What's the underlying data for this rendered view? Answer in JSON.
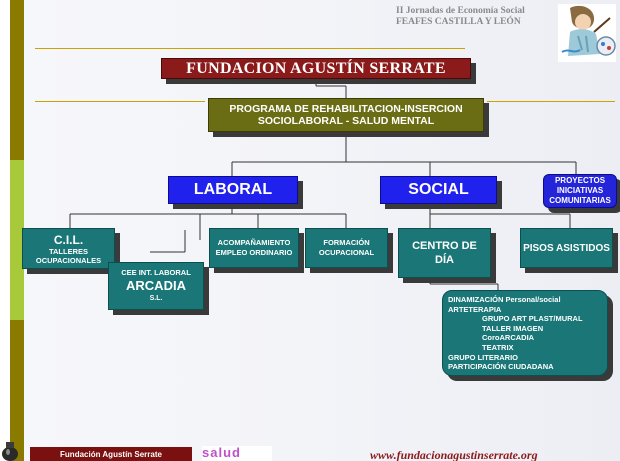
{
  "header": {
    "line1": "II Jornadas de Economía Social",
    "line2": "FEAFES CASTILLA Y LEÓN"
  },
  "title": "FUNDACION AGUSTÍN SERRATE",
  "programa": {
    "line1": "PROGRAMA DE REHABILITACION-INSERCION",
    "line2": "SOCIOLABORAL - SALUD MENTAL"
  },
  "laboral": "LABORAL",
  "social": "SOCIAL",
  "proyectos": {
    "line1": "PROYECTOS",
    "line2": "INICIATIVAS",
    "line3": "COMUNITARIAS"
  },
  "cil": {
    "title": "C.I.L.",
    "sub1": "TALLERES",
    "sub2": "OCUPACIONALES"
  },
  "arcadia": {
    "top": "CEE INT. LABORAL",
    "name": "ARCADIA",
    "sl": "S.L."
  },
  "acompanamiento": {
    "line1": "ACOMPAÑAMIENTO",
    "line2": "EMPLEO ORDINARIO"
  },
  "formacion": {
    "line1": "FORMACIÓN",
    "line2": "OCUPACIONAL"
  },
  "centro": {
    "line1": "CENTRO DE",
    "line2": "DÍA"
  },
  "pisos": "PISOS ASISTIDOS",
  "dinamizacion": {
    "line1": "DINAMIZACIÓN  Personal/social",
    "line2": "ARTETERAPIA",
    "line3": "GRUPO ART PLAST/MURAL",
    "line4": "TALLER IMAGEN",
    "line5": "CoroARCADIA",
    "line6": "TEATRIX",
    "line7": "GRUPO LITERARIO",
    "line8": "PARTICIPACIÓN CIUDADANA"
  },
  "footer": {
    "org": "Fundación Agustín Serrate",
    "logo": "salud",
    "url": "www.fundacionagustinserrate.org"
  },
  "colors": {
    "title_bg": "#8b1a1a",
    "programa_bg": "#6b6d14",
    "blue_bg": "#2121ee",
    "teal_bg": "#1b7777",
    "sidebar_olive": "#8a7a00",
    "sidebar_green": "#a7c93a"
  }
}
